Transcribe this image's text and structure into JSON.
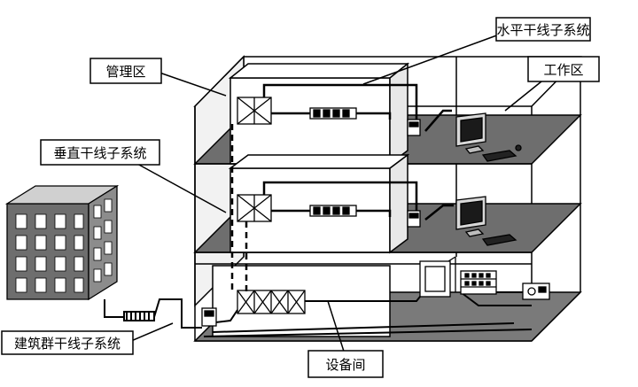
{
  "labels": {
    "horizontal": "水平干线子系统",
    "management": "管理区",
    "work": "工作区",
    "vertical": "垂直干线子系统",
    "campus": "建筑群干线子系统",
    "equipment": "设备间"
  }
}
